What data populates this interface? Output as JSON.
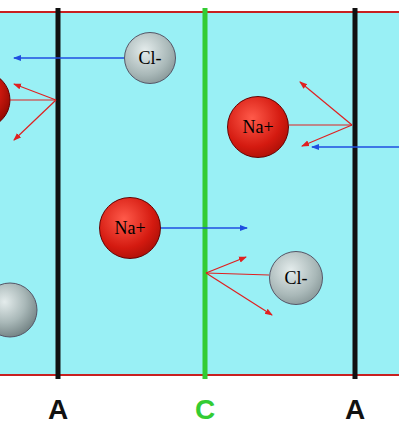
{
  "diagram": {
    "nodes": [
      {
        "text": [
          "Cl-"
        ]
      },
      {
        "text": [
          "Na+"
        ]
      },
      {
        "text": [
          "Na+"
        ]
      },
      {
        "text": [
          "Cl-"
        ]
      }
    ],
    "labels": [
      "A",
      "C",
      "A"
    ]
  }
}
